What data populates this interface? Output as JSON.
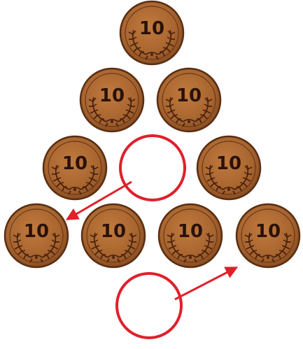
{
  "puzzle": {
    "coin_value": "10",
    "coin_count": 9,
    "colors": {
      "coin_fill": "#a8652f",
      "coin_edge": "#5a2e12",
      "coin_inner": "#b87438",
      "coin_text": "#2a120a",
      "wreath": "#4a220f",
      "marker": "#e0202a",
      "background": "#ffffff"
    },
    "icons": {
      "coin": "ten-yen-coin-icon",
      "empty_slot": "empty-circle-marker",
      "move_arrow": "arrow-icon"
    },
    "moves": [
      {
        "from": "empty-slot-1",
        "to": "coin-row4-1"
      },
      {
        "from": "empty-slot-2",
        "to": "coin-row4-4"
      }
    ]
  }
}
